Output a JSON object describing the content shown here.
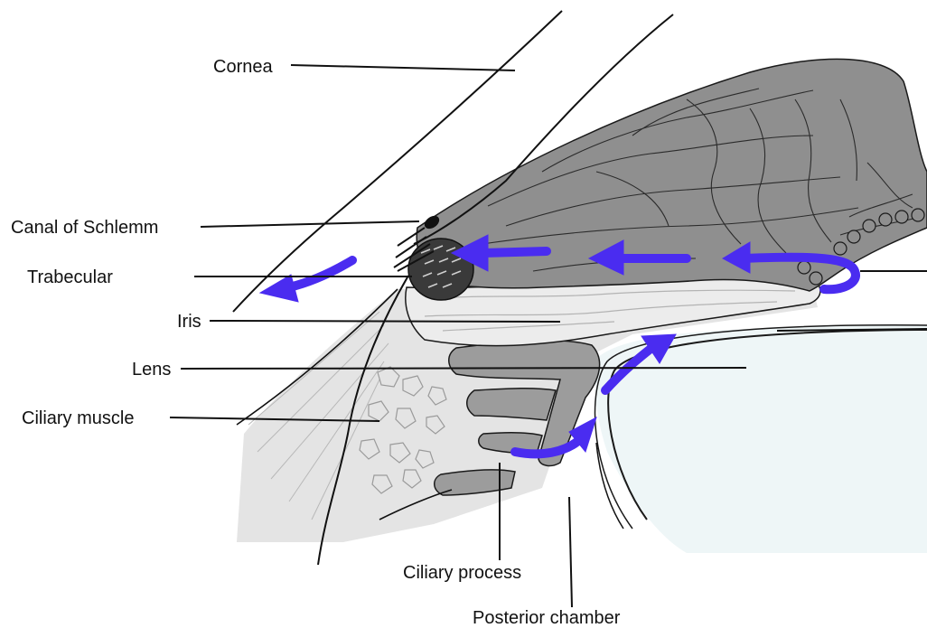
{
  "labels": {
    "cornea": "Cornea",
    "canal_of_schlemm": "Canal of Schlemm",
    "trabecular": "Trabecular",
    "iris": "Iris",
    "lens": "Lens",
    "ciliary_muscle": "Ciliary muscle",
    "ciliary_process": "Ciliary process",
    "posterior_chamber": "Posterior chamber"
  },
  "colors": {
    "flow_arrow": "#4a2cf0",
    "iris_tissue": "#8f8f8f",
    "ciliary_body": "#e2e2e2",
    "lens": "#eef6f7",
    "outline": "#1a1a1a"
  }
}
